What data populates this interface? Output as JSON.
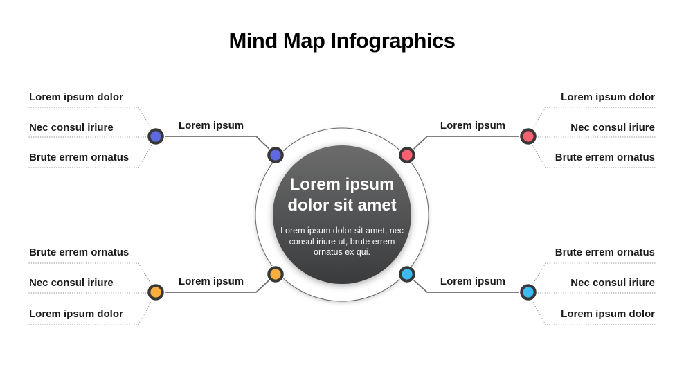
{
  "title": "Mind Map Infographics",
  "center": {
    "heading": "Lorem ipsum dolor sit amet",
    "body": "Lorem ipsum dolor sit amet, nec consul iriure ut, brute errem ornatus ex qui."
  },
  "branches": [
    {
      "position": "top-left",
      "connector_label": "Lorem ipsum",
      "color": "#5F69E1",
      "items": [
        "Lorem ipsum dolor",
        "Nec consul iriure",
        "Brute errem ornatus"
      ]
    },
    {
      "position": "top-right",
      "connector_label": "Lorem ipsum",
      "color": "#F8626F",
      "items": [
        "Lorem ipsum dolor",
        "Nec consul iriure",
        "Brute errem ornatus"
      ]
    },
    {
      "position": "bottom-left",
      "connector_label": "Lorem ipsum",
      "color": "#F9AE3D",
      "items": [
        "Brute errem ornatus",
        "Nec consul iriure",
        "Lorem ipsum dolor"
      ]
    },
    {
      "position": "bottom-right",
      "connector_label": "Lorem ipsum",
      "color": "#3ABCF0",
      "items": [
        "Brute errem ornatus",
        "Nec consul iriure",
        "Lorem ipsum dolor"
      ]
    }
  ],
  "colors": {
    "node_ring": "#383838",
    "center_gradient_top": "#6C6C6C",
    "center_gradient_bottom": "#393B3D",
    "outer_circle_stroke": "#666666",
    "connector_line": "#6E6E6E",
    "dotted_line": "#9A9A9A"
  }
}
